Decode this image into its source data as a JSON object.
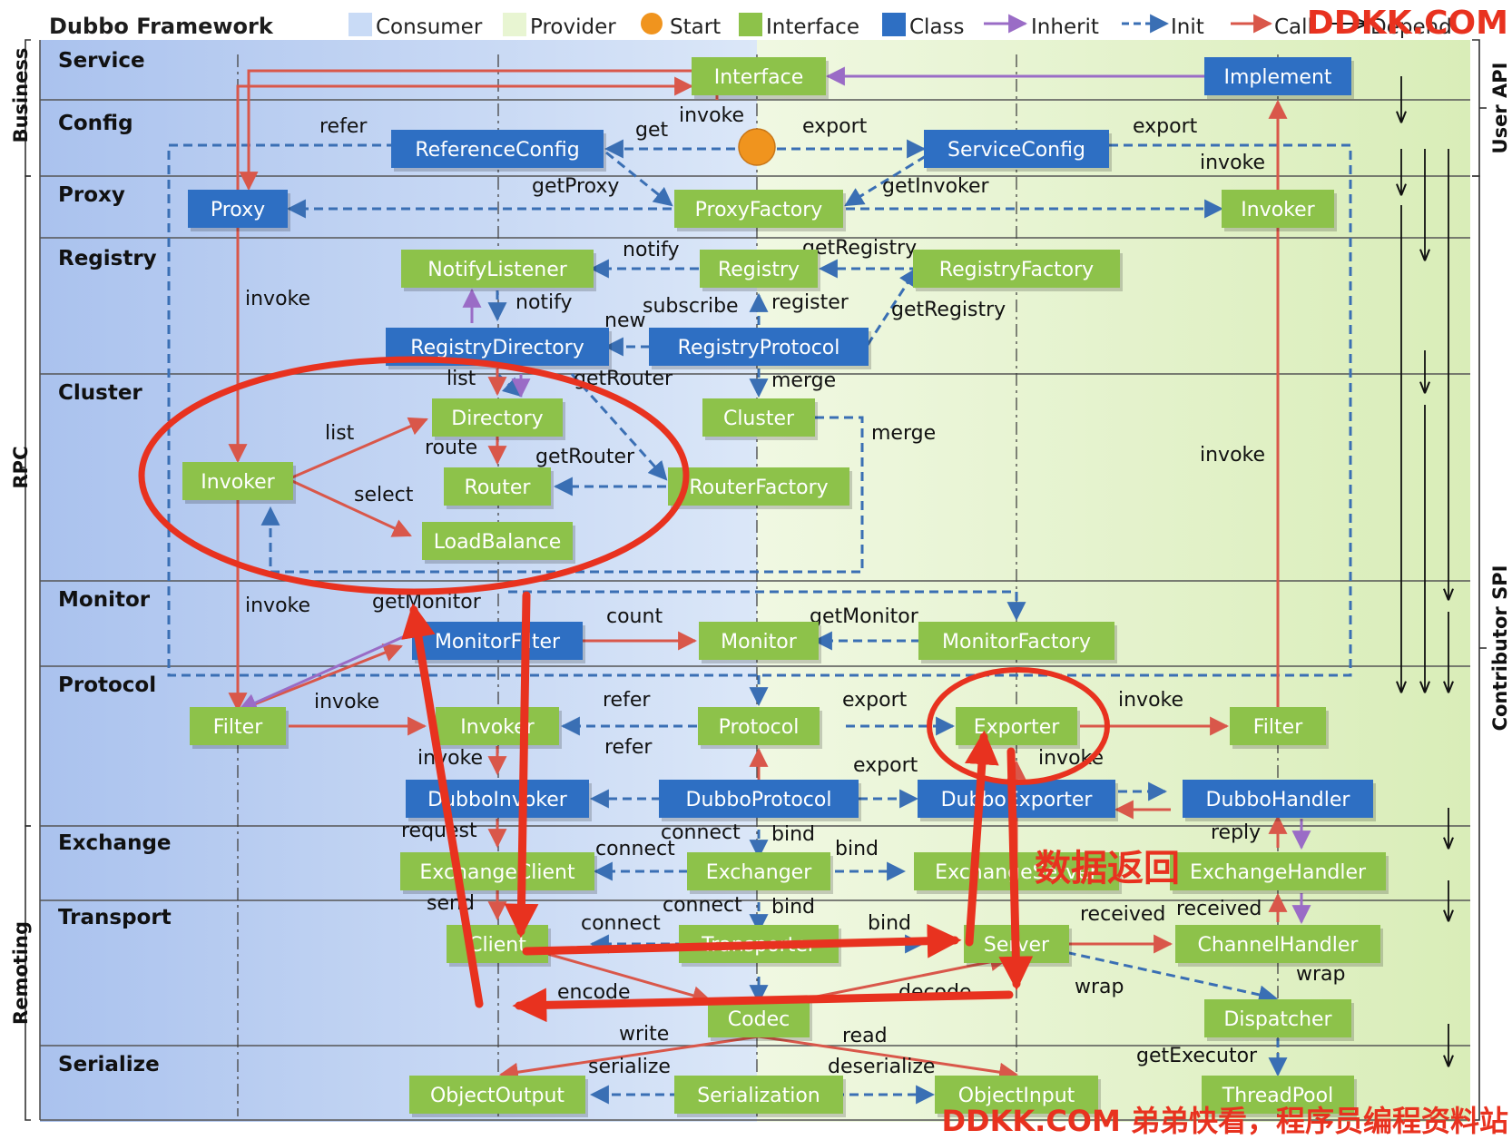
{
  "title": "Dubbo Framework",
  "legend": {
    "consumer": "Consumer",
    "provider": "Provider",
    "start": "Start",
    "interface": "Interface",
    "class": "Class",
    "inherit": "Inherit",
    "init": "Init",
    "call": "Call",
    "depend": "Depend"
  },
  "side_labels": {
    "business": "Business",
    "rpc": "RPC",
    "remoting": "Remoting",
    "user_api": "User API",
    "contributor_spi": "Contributor SPI"
  },
  "layers": [
    {
      "key": "service",
      "label": "Service"
    },
    {
      "key": "config",
      "label": "Config"
    },
    {
      "key": "proxy",
      "label": "Proxy"
    },
    {
      "key": "registry",
      "label": "Registry"
    },
    {
      "key": "cluster",
      "label": "Cluster"
    },
    {
      "key": "monitor",
      "label": "Monitor"
    },
    {
      "key": "protocol",
      "label": "Protocol"
    },
    {
      "key": "exchange",
      "label": "Exchange"
    },
    {
      "key": "transport",
      "label": "Transport"
    },
    {
      "key": "serialize",
      "label": "Serialize"
    }
  ],
  "nodes": {
    "interface": "Interface",
    "implement": "Implement",
    "reference_config": "ReferenceConfig",
    "service_config": "ServiceConfig",
    "proxy": "Proxy",
    "proxy_factory": "ProxyFactory",
    "invoker_provider": "Invoker",
    "notify_listener": "NotifyListener",
    "registry": "Registry",
    "registry_factory": "RegistryFactory",
    "registry_directory": "RegistryDirectory",
    "registry_protocol": "RegistryProtocol",
    "directory": "Directory",
    "cluster": "Cluster",
    "invoker_cluster": "Invoker",
    "router": "Router",
    "router_factory": "RouterFactory",
    "load_balance": "LoadBalance",
    "monitor_filter": "MonitorFilter",
    "monitor": "Monitor",
    "monitor_factory": "MonitorFactory",
    "filter_consumer": "Filter",
    "invoker_protocol": "Invoker",
    "protocol": "Protocol",
    "exporter": "Exporter",
    "filter_provider": "Filter",
    "dubbo_invoker": "DubboInvoker",
    "dubbo_protocol": "DubboProtocol",
    "dubbo_exporter": "DubboExporter",
    "dubbo_handler": "DubboHandler",
    "exchange_client": "ExchangeClient",
    "exchanger": "Exchanger",
    "exchange_server": "ExchangeServer",
    "exchange_handler": "ExchangeHandler",
    "client": "Client",
    "transporter": "Transporter",
    "server": "Server",
    "channel_handler": "ChannelHandler",
    "codec": "Codec",
    "dispatcher": "Dispatcher",
    "object_output": "ObjectOutput",
    "serialization": "Serialization",
    "object_input": "ObjectInput",
    "thread_pool": "ThreadPool"
  },
  "edge_labels": {
    "refer": "refer",
    "get": "get",
    "invoke": "invoke",
    "export": "export",
    "get_proxy": "getProxy",
    "get_invoker": "getInvoker",
    "notify": "notify",
    "get_registry": "getRegistry",
    "subscribe": "subscribe",
    "register": "register",
    "new": "new",
    "list": "list",
    "get_router": "getRouter",
    "merge": "merge",
    "route": "route",
    "select": "select",
    "get_monitor": "getMonitor",
    "count": "count",
    "request": "request",
    "connect": "connect",
    "bind": "bind",
    "reply": "reply",
    "send": "send",
    "received": "received",
    "encode": "encode",
    "decode": "decode",
    "wrap": "wrap",
    "write": "write",
    "read": "read",
    "serialize": "serialize",
    "deserialize": "deserialize",
    "get_executor": "getExecutor"
  },
  "annotations": {
    "watermark_top": "DDKK.COM",
    "watermark_bottom": "DDKK.COM 弟弟快看，程序员编程资料站",
    "data_return": "数据返回"
  },
  "colors": {
    "consumer_bg": "#b6cdf2",
    "provider_bg": "#e3f2c8",
    "interface_fill": "#8dc24a",
    "class_fill": "#2e6fc3",
    "start_fill": "#f0941e",
    "inherit_arrow": "#9a6cc6",
    "init_arrow": "#3a6fb4",
    "call_arrow": "#d9574a",
    "annotation_red": "#e8321f"
  }
}
